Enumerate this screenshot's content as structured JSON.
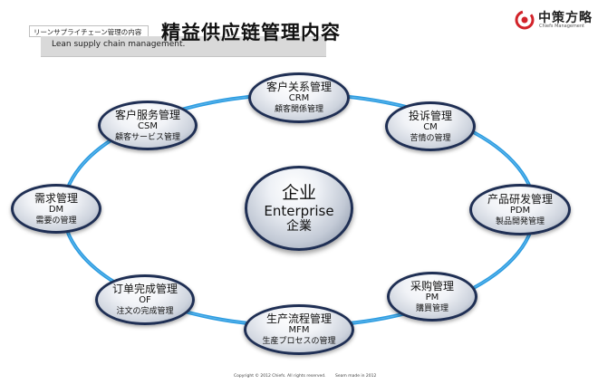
{
  "header": {
    "tag": "リーンサプライチェーン管理の内容",
    "title": "精益供应链管理内容",
    "subtitle": "Lean supply chain management."
  },
  "logo": {
    "text": "中策方略",
    "sub": "Chiefs Management"
  },
  "center": {
    "cn": "企业",
    "en": "Enterprise",
    "jp": "企業"
  },
  "nodes": {
    "crm": {
      "cn": "客户关系管理",
      "abbr": "CRM",
      "jp": "顧客関係管理"
    },
    "cm": {
      "cn": "投诉管理",
      "abbr": "CM",
      "jp": "苦情の管理"
    },
    "pdm": {
      "cn": "产品研发管理",
      "abbr": "PDM",
      "jp": "製品開発管理"
    },
    "pm": {
      "cn": "采购管理",
      "abbr": "PM",
      "jp": "購買管理"
    },
    "mfm": {
      "cn": "生产流程管理",
      "abbr": "MFM",
      "jp": "生産プロセスの管理"
    },
    "of": {
      "cn": "订单完成管理",
      "abbr": "OF",
      "jp": "注文の完成管理"
    },
    "dm": {
      "cn": "需求管理",
      "abbr": "DM",
      "jp": "需要の管理"
    },
    "csm": {
      "cn": "客户服务管理",
      "abbr": "CSM",
      "jp": "顧客サービス管理"
    }
  },
  "footer": {
    "left": "Copyright © 2012 Chiefs. All rights reserved.",
    "right": "Seam made in 2012"
  },
  "colors": {
    "ring": "#2b9be0",
    "border": "#1f2f54",
    "logo_red": "#d2232a"
  }
}
